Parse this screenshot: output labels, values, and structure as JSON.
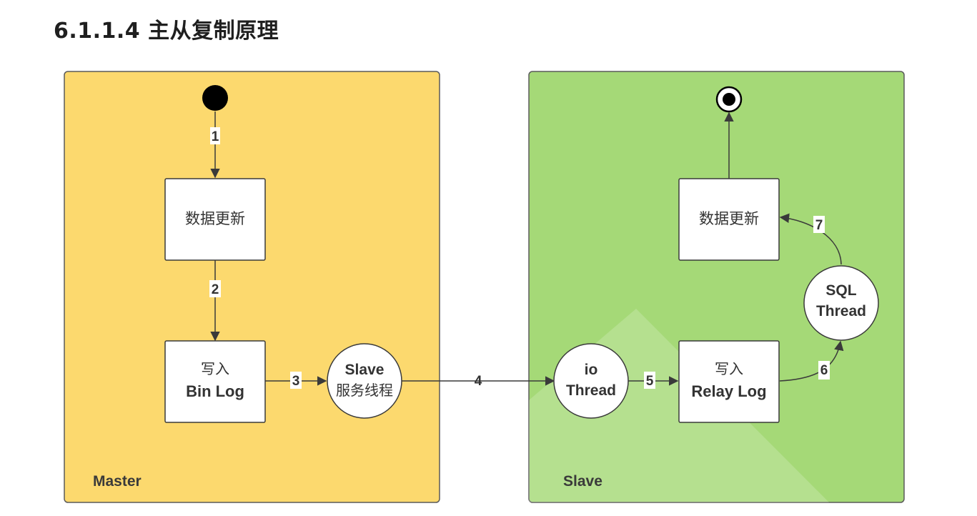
{
  "heading": "6.1.1.4 主从复制原理",
  "master": {
    "label": "Master",
    "update_box": "数据更新",
    "write_box": [
      "写入",
      "Bin Log"
    ],
    "slave_thread": [
      "Slave",
      "服务线程"
    ]
  },
  "slave": {
    "label": "Slave",
    "update_box": "数据更新",
    "io_thread": [
      "io",
      "Thread"
    ],
    "relay_box": [
      "写入",
      "Relay Log"
    ],
    "sql_thread": [
      "SQL",
      "Thread"
    ]
  },
  "steps": [
    "1",
    "2",
    "3",
    "4",
    "5",
    "6",
    "7"
  ],
  "colors": {
    "master_bg": "#fcd96e",
    "slave_bg": "#a5d977",
    "line": "#3a3a3a"
  }
}
